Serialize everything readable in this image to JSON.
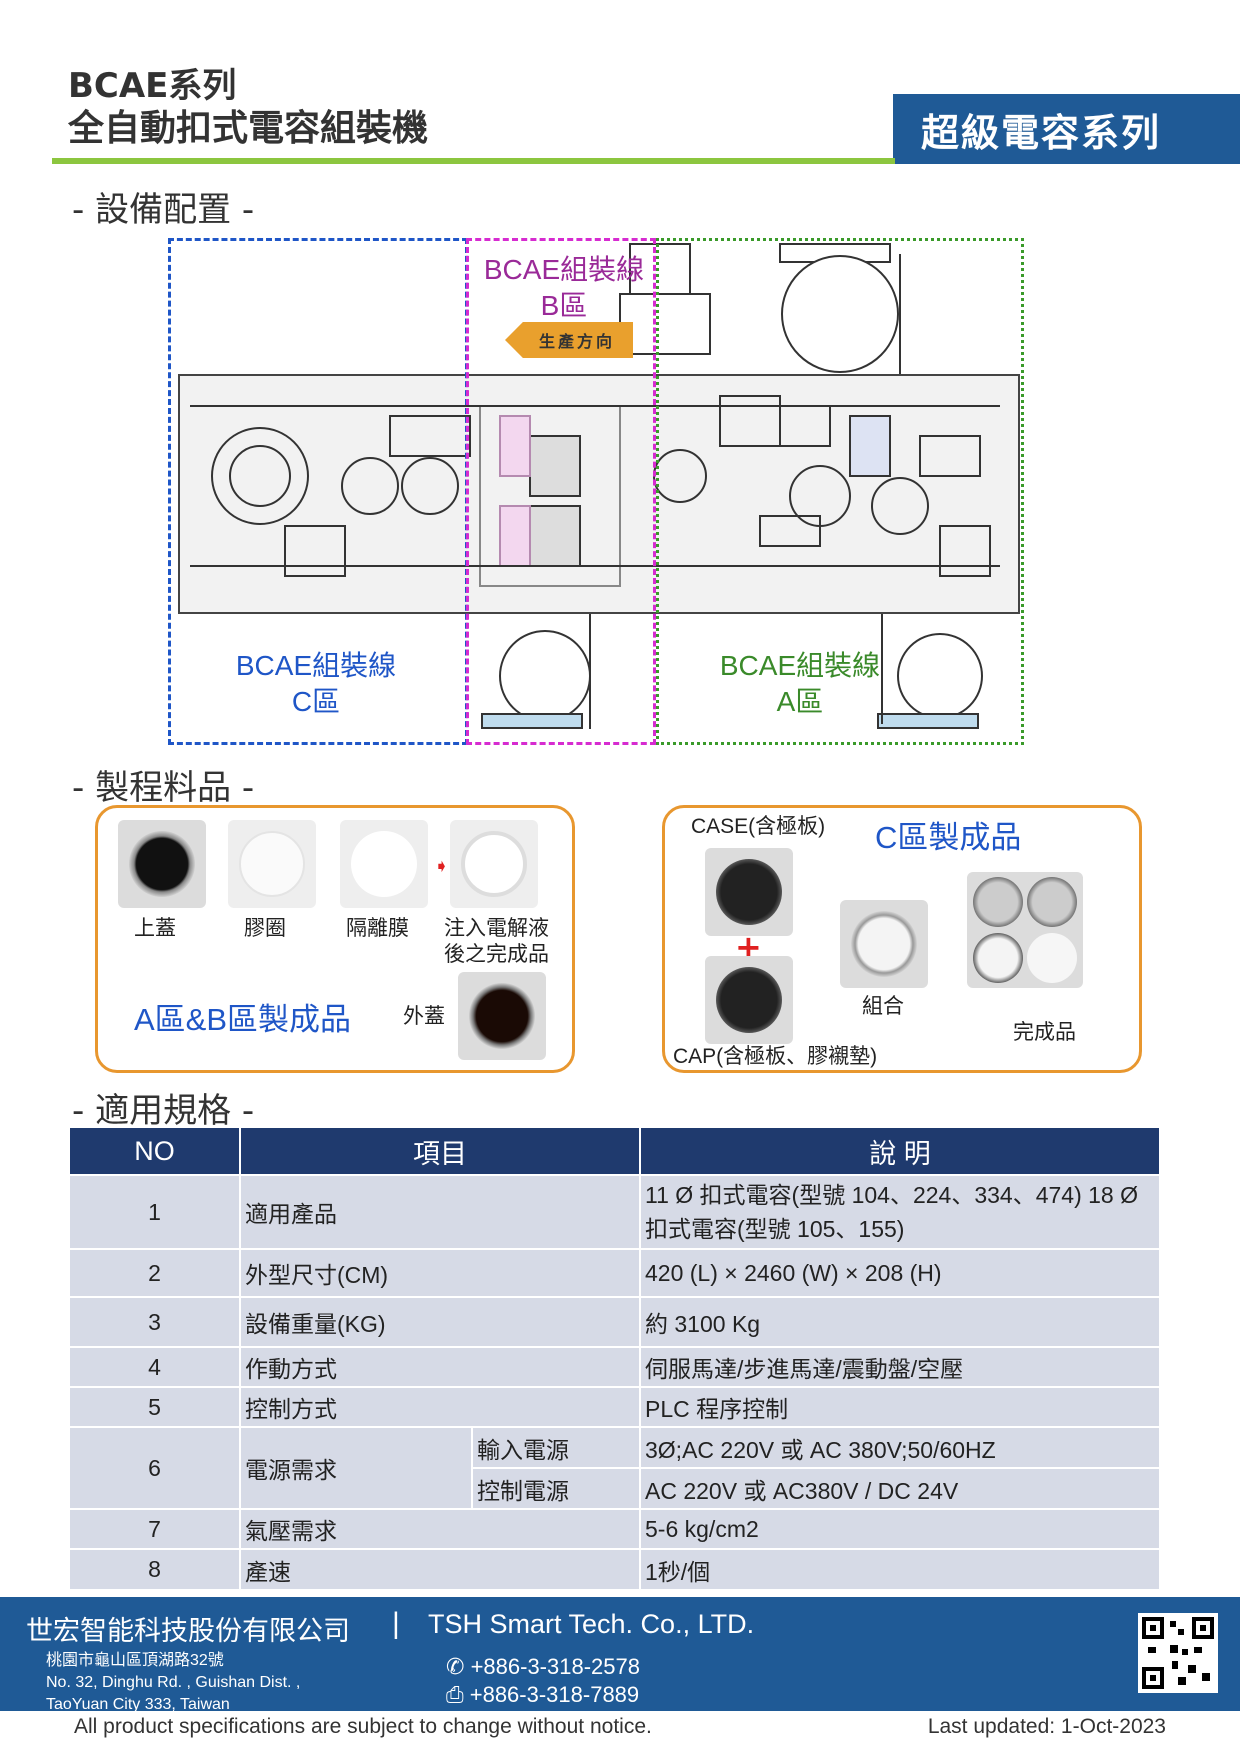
{
  "header": {
    "title_line1": "BCAE系列",
    "title_line2": "全自動扣式電容組裝機",
    "series_badge": "超級電容系列",
    "colors": {
      "brand_blue": "#1f5a96",
      "accent_green": "#8cc63f",
      "table_head": "#1f3a6e",
      "orange": "#e8972f"
    }
  },
  "sections": {
    "layout_title": "- 設備配置 -",
    "parts_title": "- 製程料品 -",
    "spec_title": "- 適用規格 -"
  },
  "diagram": {
    "zone_b_label": "BCAE組裝線\nB區",
    "zone_c_label": "BCAE組裝線\nC區",
    "zone_a_label": "BCAE組裝線\nA區",
    "direction": "生產方向"
  },
  "parts_ab": {
    "items": [
      "上蓋",
      "膠圈",
      "隔離膜",
      "注入電解液\n後之完成品"
    ],
    "outer_cap": "外蓋",
    "product_label": "A區&B區製成品"
  },
  "parts_c": {
    "case_label": "CASE(含極板)",
    "cap_label": "CAP(含極板、膠襯墊)",
    "combine_label": "組合",
    "finished_label": "完成品",
    "product_label": "C區製成品",
    "plus": "+"
  },
  "spec": {
    "headers": [
      "NO",
      "項目",
      "說 明"
    ],
    "rows": [
      {
        "no": "1",
        "item": "適用產品",
        "desc": "11 Ø 扣式電容(型號 104、224、334、474) 18 Ø 扣式電容(型號 105、155)"
      },
      {
        "no": "2",
        "item": "外型尺寸(CM)",
        "desc": "420 (L) × 2460 (W) × 208 (H)"
      },
      {
        "no": "3",
        "item": "設備重量(KG)",
        "desc": "約 3100 Kg"
      },
      {
        "no": "4",
        "item": "作動方式",
        "desc": "伺服馬達/步進馬達/震動盤/空壓"
      },
      {
        "no": "5",
        "item": "控制方式",
        "desc": "PLC 程序控制"
      },
      {
        "no": "6",
        "item": "電源需求",
        "sub1": "輸入電源",
        "desc1": "3Ø;AC 220V 或 AC 380V;50/60HZ",
        "sub2": "控制電源",
        "desc2": "AC 220V 或 AC380V / DC 24V"
      },
      {
        "no": "7",
        "item": "氣壓需求",
        "desc": "5-6 kg/cm2"
      },
      {
        "no": "8",
        "item": "產速",
        "desc": "1秒/個"
      }
    ]
  },
  "footer": {
    "company_zh": "世宏智能科技股份有限公司",
    "separator": "|",
    "company_en": "TSH Smart Tech. Co., LTD.",
    "address_zh": "桃園市龜山區頂湖路32號",
    "address_en1": "No. 32, Dinghu Rd. , Guishan Dist. ,",
    "address_en2": "TaoYuan City 333, Taiwan",
    "phone": "+886-3-318-2578",
    "fax": "+886-3-318-7889",
    "notice": "All product specifications are subject to change without notice.",
    "updated": "Last updated: 1-Oct-2023"
  }
}
